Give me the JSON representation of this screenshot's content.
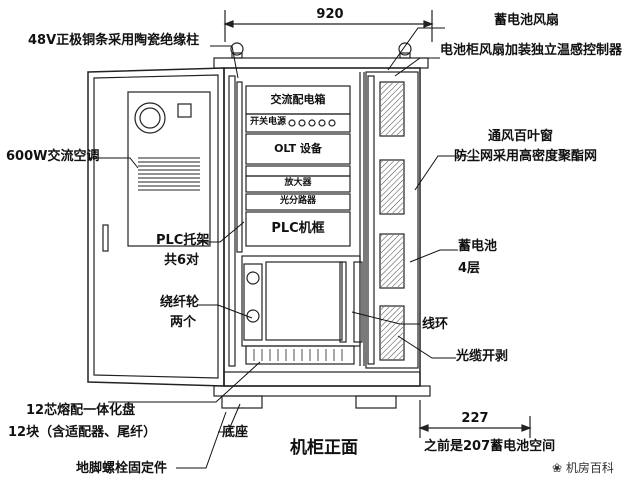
{
  "dimensions": {
    "total_width": "920",
    "bottom_width": "227"
  },
  "callouts": {
    "top_left": "48V正极铜条采用陶瓷绝缘柱",
    "top_right_1": "蓄电池风扇",
    "top_right_2": "电池柜风扇加装独立温感控制器",
    "aircon": "600W交流空调",
    "vent_1": "通风百叶窗",
    "vent_2": "防尘网采用高密度聚酯网",
    "battery_1": "蓄电池",
    "battery_2": "4层",
    "plc_bracket_1": "PLC托架",
    "plc_bracket_2": "共6对",
    "fiber_wheel_1": "绕纤轮",
    "fiber_wheel_2": "两个",
    "wire_ring": "线环",
    "cable_strip": "光缆开剥",
    "splice_1": "12芯熔配一体化盘",
    "splice_2": "12块（含适配器、尾纤）",
    "base": "底座",
    "anchor": "地脚螺栓固定件",
    "front_view": "机柜正面",
    "battery_space": "之前是207蓄电池空间"
  },
  "modules": {
    "ac_distribution": "交流配电箱",
    "switch_label": "开关电源",
    "olt": "OLT 设备",
    "amplifier": "放大器",
    "optical_splitter": "光分路器",
    "plc_frame": "PLC机框"
  },
  "watermark": "机房百科"
}
